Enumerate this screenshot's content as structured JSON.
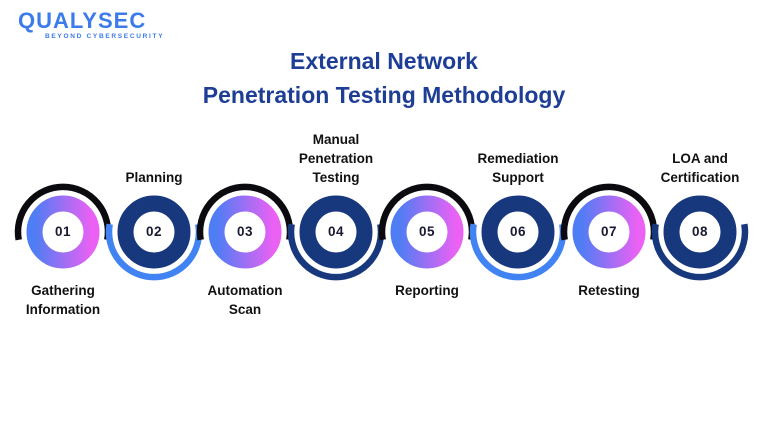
{
  "brand": {
    "name": "QUALYSEC",
    "tagline": "BEYOND CYBERSECURITY",
    "color": "#3C7BEA"
  },
  "title": {
    "line1": "External Network",
    "line2": "Penetration Testing Methodology",
    "color": "#1E3E96"
  },
  "colors": {
    "gradient_start": "#4E7DF4",
    "gradient_end": "#EA61F4",
    "navy": "#18387E",
    "bright_blue": "#4183F2",
    "black": "#0B0B0F",
    "label_text": "#111111",
    "number_text": "#191932",
    "background": "#FFFFFF"
  },
  "steps": [
    {
      "number": "01",
      "label": "Gathering\nInformation",
      "label_position": "below",
      "ring": "gradient",
      "arc_position": "top",
      "arc": "black"
    },
    {
      "number": "02",
      "label": "Planning",
      "label_position": "above",
      "ring": "navy",
      "arc_position": "bottom",
      "arc": "bright_blue"
    },
    {
      "number": "03",
      "label": "Automation\nScan",
      "label_position": "below",
      "ring": "gradient",
      "arc_position": "top",
      "arc": "black"
    },
    {
      "number": "04",
      "label": "Manual\nPenetration\nTesting",
      "label_position": "above",
      "ring": "navy",
      "arc_position": "bottom",
      "arc": "navy"
    },
    {
      "number": "05",
      "label": "Reporting",
      "label_position": "below",
      "ring": "gradient",
      "arc_position": "top",
      "arc": "black"
    },
    {
      "number": "06",
      "label": "Remediation\nSupport",
      "label_position": "above",
      "ring": "navy",
      "arc_position": "bottom",
      "arc": "bright_blue"
    },
    {
      "number": "07",
      "label": "Retesting",
      "label_position": "below",
      "ring": "gradient",
      "arc_position": "top",
      "arc": "black"
    },
    {
      "number": "08",
      "label": "LOA and\nCertification",
      "label_position": "above",
      "ring": "navy",
      "arc_position": "bottom",
      "arc": "navy"
    }
  ]
}
